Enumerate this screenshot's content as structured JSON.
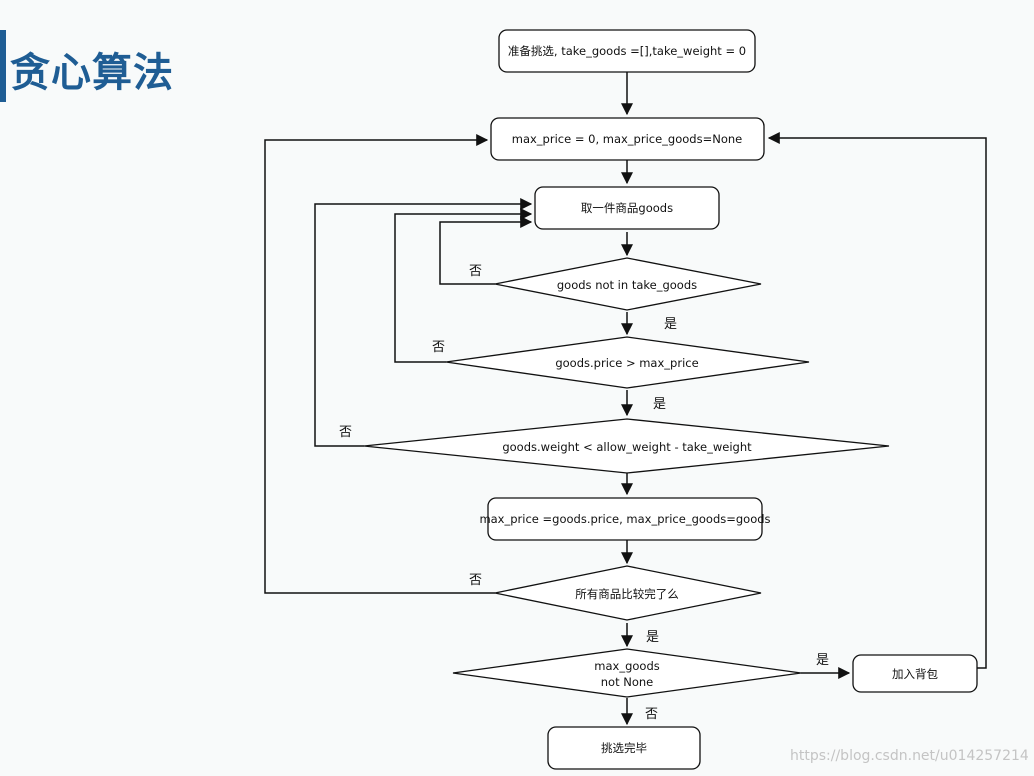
{
  "page": {
    "title": "贪心算法"
  },
  "flowchart": {
    "nodes": {
      "start": "准备挑选, take_goods =[],take_weight = 0",
      "init_max": "max_price = 0, max_price_goods=None",
      "take_goods": "取一件商品goods",
      "not_in_take": "goods   not  in take_goods",
      "price_check": "goods.price >  max_price",
      "weight_check": "goods.weight < allow_weight - take_weight",
      "update_max": "max_price =goods.price, max_price_goods=goods",
      "all_compared": "所有商品比较完了么",
      "max_goods_line1": "max_goods",
      "max_goods_line2": "not  None",
      "add_to_bag": "加入背包",
      "finish": "挑选完毕"
    },
    "labels": {
      "yes": "是",
      "no": "否"
    }
  },
  "watermark": "https://blog.csdn.net/u014257214"
}
